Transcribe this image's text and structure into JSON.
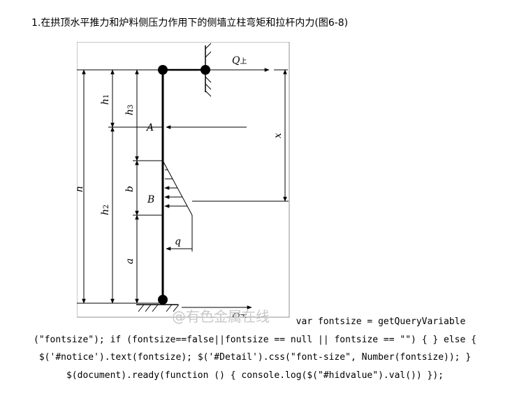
{
  "heading": "1.在拱顶水平推力和炉料侧压力作用下的侧墙立柱弯矩和拉杆内力(图6-8)",
  "figure": {
    "labels": {
      "q_top": "Q",
      "q_top_sub": "上",
      "q_bottom": "Q",
      "q_bottom_sub": "下",
      "a_point": "A",
      "b_point": "B",
      "h": "h",
      "h1": "h",
      "h1_sub": "1",
      "h2": "h",
      "h2_sub": "2",
      "h3": "h",
      "h3_sub": "3",
      "b": "b",
      "a": "a",
      "q": "q",
      "x": "x"
    }
  },
  "watermark": "@有色金属在线",
  "code_text": "var fontsize = getQueryVariable (\"fontsize\"); if (fontsize==false||fontsize == null || fontsize == \"\") { } else { $('#notice').text(fontsize); $('#Detail').css(\"font-size\", Number(fontsize)); } $(document).ready(function () { console.log($(\"#hidvalue\").val()) });"
}
